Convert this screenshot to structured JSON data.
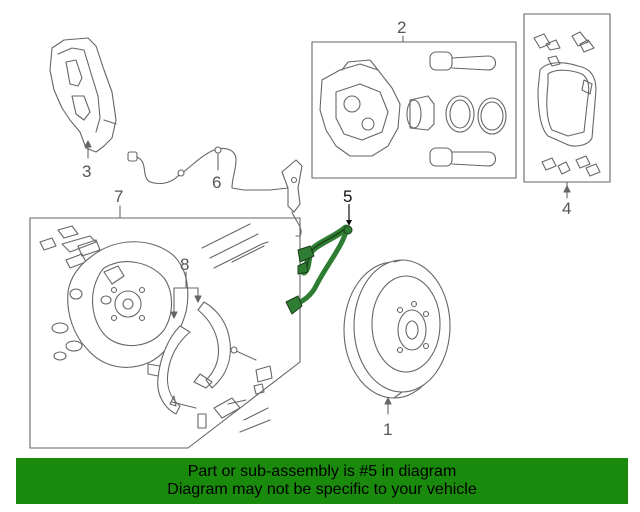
{
  "callouts": {
    "c1": "1",
    "c2": "2",
    "c3": "3",
    "c4": "4",
    "c5": "5",
    "c6": "6",
    "c7": "7",
    "c8": "8"
  },
  "footer": {
    "line1": "Part or sub-assembly is #5 in diagram",
    "line2": "Diagram may not be specific to your vehicle"
  },
  "colors": {
    "highlight_part": "#2e7d32",
    "footer_background": "#198a0b",
    "line_art": "#666666"
  }
}
